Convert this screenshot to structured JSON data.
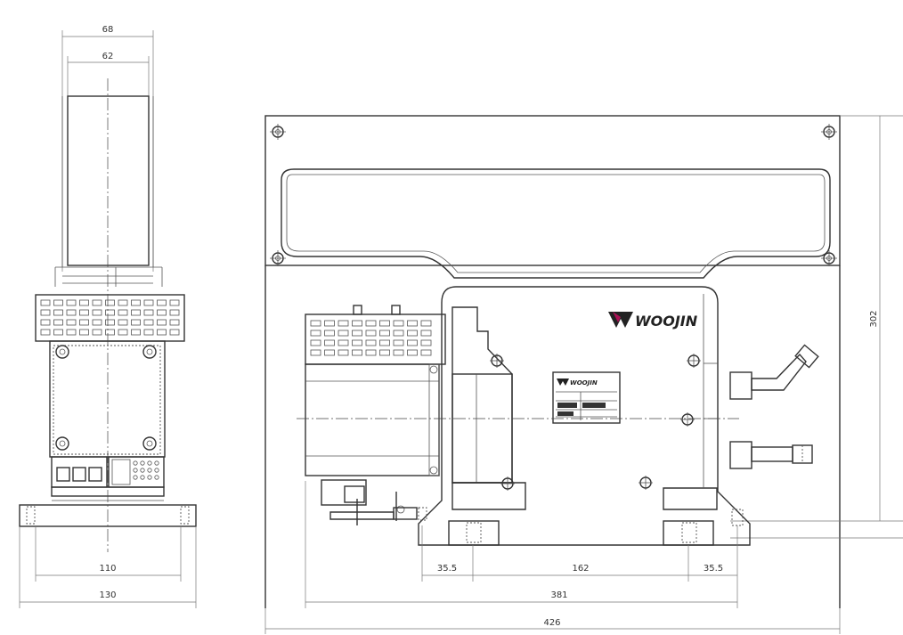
{
  "side_view": {
    "dimensions": {
      "top_outer": "68",
      "top_inner": "62",
      "base_inner": "110",
      "base_outer": "130"
    }
  },
  "front_view": {
    "dimensions": {
      "left_offset": "35.5",
      "hole_spacing": "162",
      "right_offset": "35.5",
      "mount_span": "381",
      "overall_width": "426",
      "height": "302"
    },
    "brand": {
      "logo_text": "WOOJIN",
      "nameplate_text": "WOOJIN"
    }
  },
  "colors": {
    "line": "#333333",
    "dimension": "#777777",
    "background": "#ffffff"
  }
}
